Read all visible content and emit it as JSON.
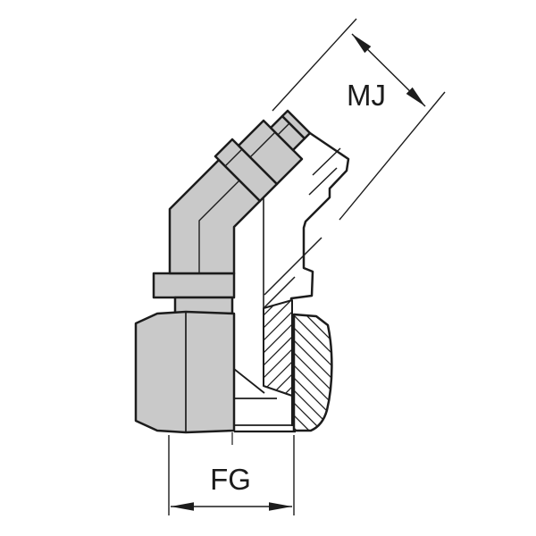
{
  "drawing": {
    "kind": "technical-drawing",
    "subject": "45-degree elbow fitting, half-section view",
    "dimension_labels": {
      "mj": "MJ",
      "fg": "FG"
    },
    "colors": {
      "outline": "#1c1c1c",
      "metal_fill": "#c9c9c9",
      "background": "#ffffff"
    }
  }
}
